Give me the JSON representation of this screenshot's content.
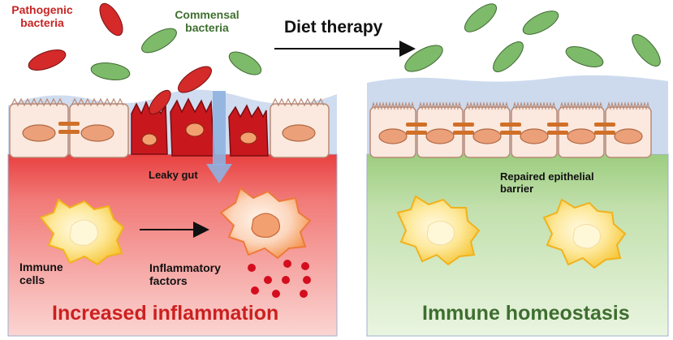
{
  "labels": {
    "pathogenic_bacteria": [
      "Pathogenic",
      "bacteria"
    ],
    "commensal_bacteria": [
      "Commensal",
      "bacteria"
    ],
    "diet_therapy": "Diet therapy",
    "leaky_gut": "Leaky gut",
    "immune_cells": [
      "Immune",
      "cells"
    ],
    "inflammatory_factors": [
      "Inflammatory",
      "factors"
    ],
    "increased_inflammation": "Increased inflammation",
    "repaired_epithelial_barrier": [
      "Repaired epithelial",
      "barrier"
    ],
    "immune_homeostasis": "Immune homeostasis"
  },
  "colors": {
    "pathogenic": "#d42a2a",
    "commensal": "#7dba6a",
    "pathogenic_text": "#c82424",
    "commensal_text": "#3f6f2f",
    "inflamed_tissue": "#ef6f6f",
    "healthy_tissue": "#bcdca4",
    "mucus": "#c8d6ec",
    "cell_fill": "#fbe9df",
    "nucleus": "#eba07a",
    "junction": "#d07028",
    "inflammation_text": "#cc2020",
    "homeostasis_text": "#3e6e30",
    "immune_cell": "#fbd866",
    "leak_arrow": "#8fb1e0"
  },
  "icons": [
    "pathogenic-bacterium-icon",
    "commensal-bacterium-icon",
    "epithelial-cell-icon",
    "damaged-epithelial-cell-icon",
    "immune-cell-icon",
    "inflammatory-factor-dot-icon",
    "arrow-icon"
  ]
}
